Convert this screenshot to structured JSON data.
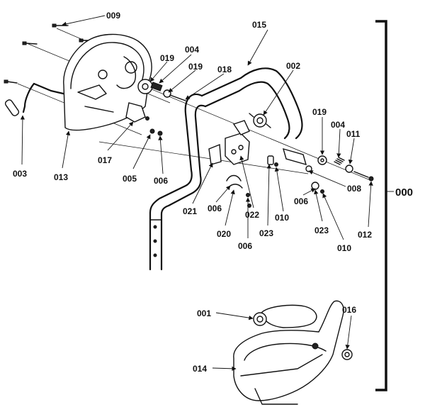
{
  "diagram": {
    "assembly_label": "000",
    "parts": [
      "009",
      "015",
      "019",
      "004",
      "019",
      "018",
      "002",
      "017",
      "005",
      "006",
      "003",
      "013",
      "019",
      "004",
      "011",
      "021",
      "006",
      "022",
      "010",
      "008",
      "006",
      "020",
      "006",
      "023",
      "023",
      "010",
      "012",
      "001",
      "016",
      "014"
    ]
  }
}
